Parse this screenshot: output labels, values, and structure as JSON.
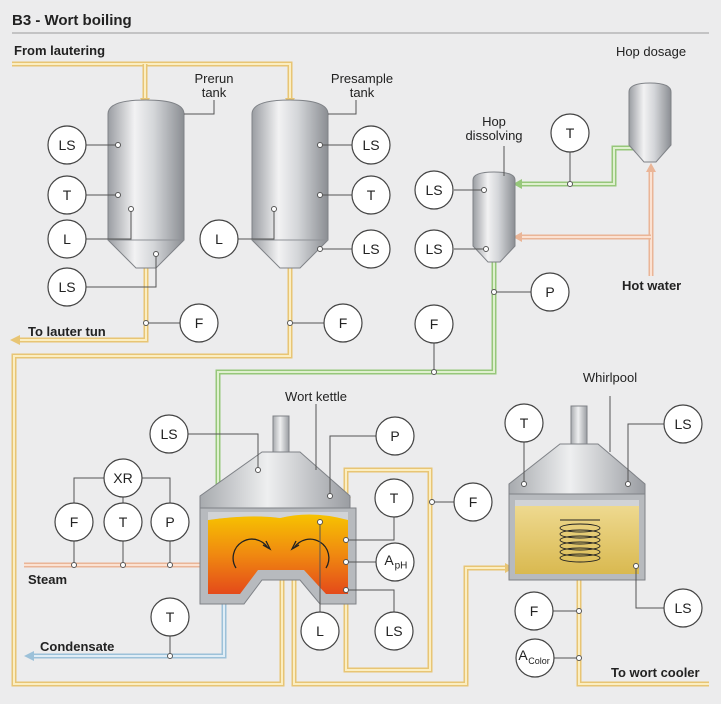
{
  "title": "B3 - Wort boiling",
  "labels": {
    "from_lautering": "From lautering",
    "prerun_tank": [
      "Prerun",
      "tank"
    ],
    "presample_tank": [
      "Presample",
      "tank"
    ],
    "hop_dosage": "Hop dosage",
    "hop_dissolving": [
      "Hop",
      "dissolving"
    ],
    "hot_water": "Hot water",
    "to_lauter_tun": "To lauter tun",
    "wort_kettle": "Wort kettle",
    "whirlpool": "Whirlpool",
    "steam": "Steam",
    "condensate": "Condensate",
    "to_wort_cooler": "To wort cooler"
  },
  "instruments": {
    "prerun_ls_top": "LS",
    "prerun_t": "T",
    "prerun_l": "L",
    "prerun_ls_bottom": "LS",
    "prerun_f": "F",
    "presample_ls_top": "LS",
    "presample_t": "T",
    "presample_l": "L",
    "presample_ls_bottom": "LS",
    "presample_f": "F",
    "hop_t": "T",
    "hop_ls_top": "LS",
    "hop_ls_bottom": "LS",
    "hop_p": "P",
    "hop_f": "F",
    "kettle_ls": "LS",
    "kettle_p": "P",
    "kettle_t": "T",
    "kettle_f_right": "F",
    "kettle_ph_main": "A",
    "kettle_ph_sub": "pH",
    "kettle_ls_bottom": "LS",
    "kettle_l": "L",
    "steam_xr": "XR",
    "steam_f": "F",
    "steam_t": "T",
    "steam_p": "P",
    "condensate_t": "T",
    "whirl_t": "T",
    "whirl_ls_top": "LS",
    "whirl_f": "F",
    "whirl_ls_bottom": "LS",
    "whirl_color_main": "A",
    "whirl_color_sub": "Color"
  },
  "colors": {
    "wort_pipe": "#e8c574",
    "hop_pipe": "#96c77a",
    "hot_water_pipe": "#eab597",
    "condensate_pipe": "#9cc1d9",
    "boiling_wort_top": "#f5b800",
    "boiling_wort_bottom": "#e8501a",
    "whirlpool_wort": "#e3c766"
  }
}
